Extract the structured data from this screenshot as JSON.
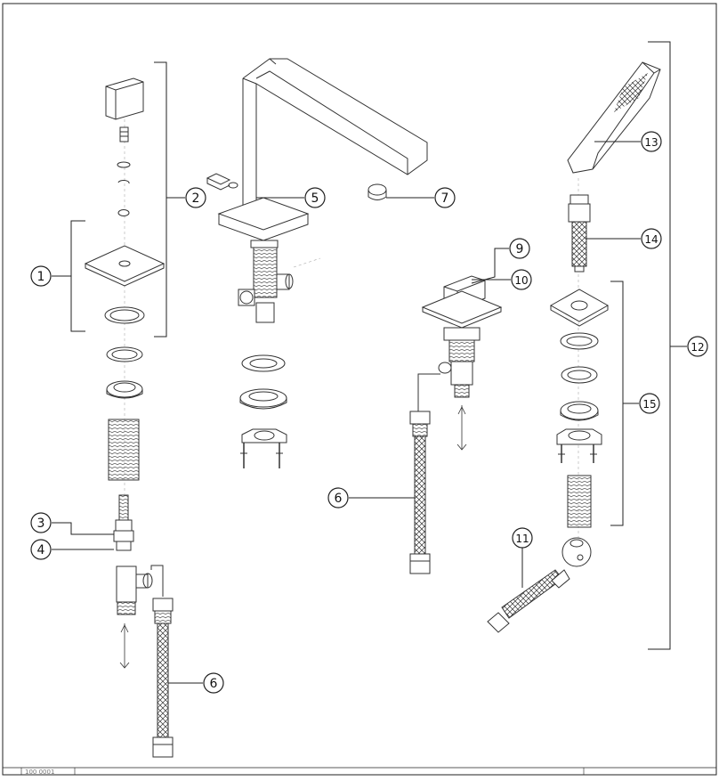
{
  "callouts": [
    {
      "id": "c1",
      "label": "1"
    },
    {
      "id": "c2",
      "label": "2"
    },
    {
      "id": "c3",
      "label": "3"
    },
    {
      "id": "c4",
      "label": "4"
    },
    {
      "id": "c5",
      "label": "5"
    },
    {
      "id": "c6a",
      "label": "6"
    },
    {
      "id": "c6b",
      "label": "6"
    },
    {
      "id": "c7",
      "label": "7"
    },
    {
      "id": "c9",
      "label": "9"
    },
    {
      "id": "c10",
      "label": "10"
    },
    {
      "id": "c11",
      "label": "11"
    },
    {
      "id": "c12",
      "label": "12"
    },
    {
      "id": "c13",
      "label": "13"
    },
    {
      "id": "c14",
      "label": "14"
    },
    {
      "id": "c15",
      "label": "15"
    }
  ],
  "footer": {
    "code": "100 0001"
  }
}
